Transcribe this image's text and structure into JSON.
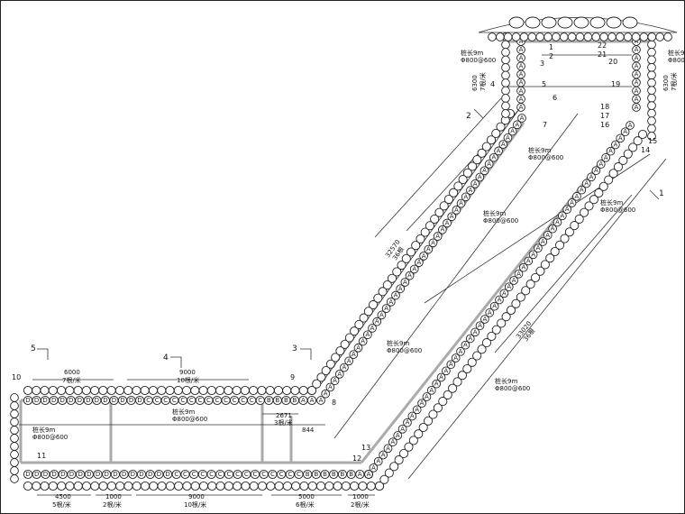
{
  "pile_letters": {
    "D": "D",
    "C": "C",
    "B": "B",
    "A": "A"
  },
  "point_labels": [
    "1",
    "2",
    "3",
    "4",
    "5",
    "6",
    "7",
    "8",
    "9",
    "10",
    "11",
    "12",
    "13",
    "14",
    "15",
    "16",
    "17",
    "18",
    "19",
    "20",
    "21",
    "22"
  ],
  "dims_top": [
    {
      "v": "6000",
      "s": "7根/米"
    },
    {
      "v": "9000",
      "s": "10根/米"
    }
  ],
  "dims_bottom": [
    {
      "v": "4500",
      "s": "5根/米"
    },
    {
      "v": "1000",
      "s": "2根/米"
    },
    {
      "v": "9000",
      "s": "10根/米"
    },
    {
      "v": "5000",
      "s": "6根/米"
    },
    {
      "v": "1000",
      "s": "2根/米"
    }
  ],
  "dims_mid": {
    "v": "2671",
    "s": "3根/米"
  },
  "dim_small": "844",
  "dims_diag": [
    {
      "v": "32570",
      "s": "36根"
    },
    {
      "v": "33020",
      "s": "36根"
    }
  ],
  "dims_right": [
    {
      "v": "6300",
      "s": "7根/米"
    },
    {
      "v": "6300",
      "s": "7根/米"
    }
  ],
  "pile_specs": [
    "桩长9m",
    "Φ800@600"
  ],
  "section_marks": [
    "5",
    "4",
    "3",
    "2",
    "1"
  ]
}
